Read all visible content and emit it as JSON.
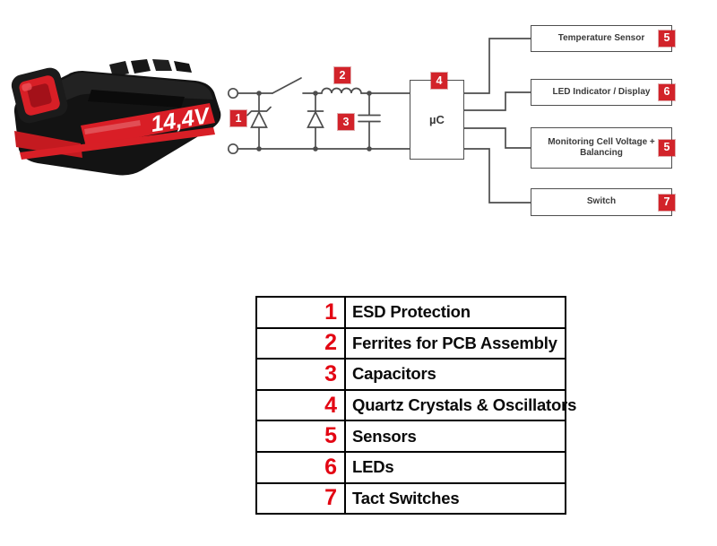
{
  "colors": {
    "badge_red": "#d2232a",
    "legend_number_red": "#e30613",
    "battery_red": "#d91e26",
    "circuit_line_gray": "#4d4d4d",
    "box_border_gray": "#4f4f4f",
    "background": "#ffffff"
  },
  "battery": {
    "voltage_label": "14,4V"
  },
  "schematic": {
    "mcu_label": "µC",
    "badge_esd": "1",
    "badge_ferrite": "2",
    "badge_capacitor": "3",
    "badge_quartz": "4",
    "boxes": [
      {
        "label": "Temperature Sensor",
        "badge": "5"
      },
      {
        "label": "LED Indicator / Display",
        "badge": "6"
      },
      {
        "label": "Monitoring Cell Voltage + Balancing",
        "badge": "5"
      },
      {
        "label": "Switch",
        "badge": "7"
      }
    ]
  },
  "legend": {
    "rows": [
      {
        "num": "1",
        "label": "ESD Protection"
      },
      {
        "num": "2",
        "label": "Ferrites for PCB Assembly"
      },
      {
        "num": "3",
        "label": "Capacitors"
      },
      {
        "num": "4",
        "label": "Quartz Crystals & Oscillators"
      },
      {
        "num": "5",
        "label": "Sensors"
      },
      {
        "num": "6",
        "label": "LEDs"
      },
      {
        "num": "7",
        "label": "Tact Switches"
      }
    ]
  }
}
